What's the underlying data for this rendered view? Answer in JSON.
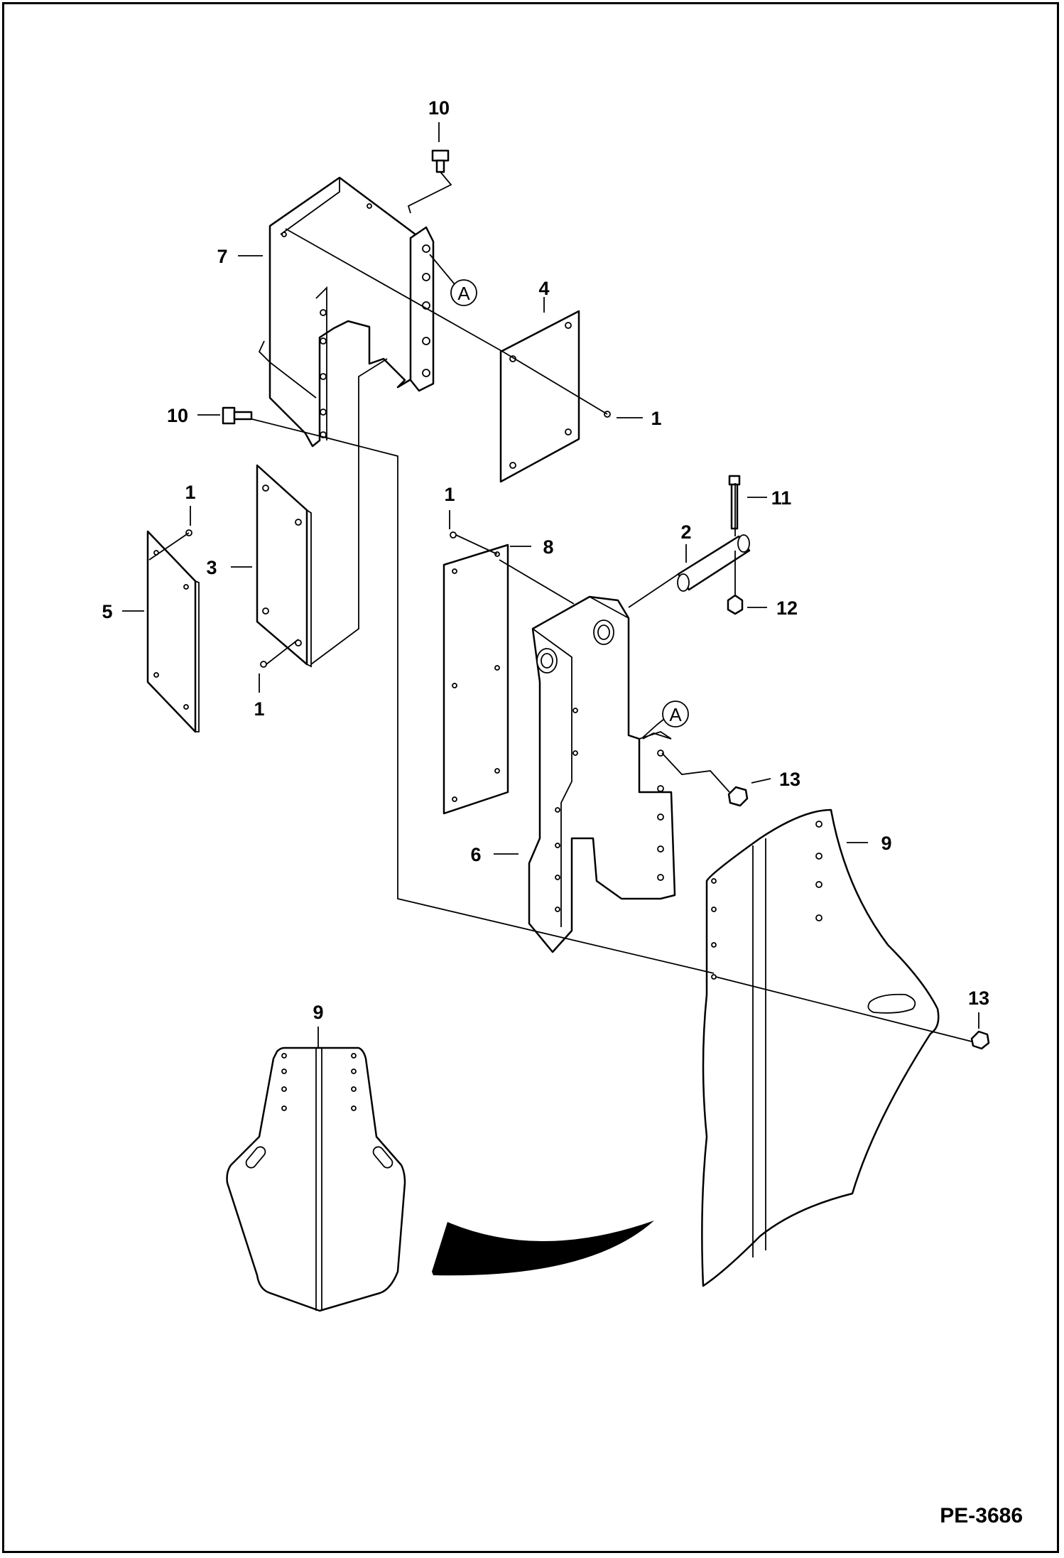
{
  "drawing_code": "PE-3686",
  "callouts": {
    "c1a": "1",
    "c1b": "1",
    "c1c": "1",
    "c1d": "1",
    "c2": "2",
    "c3": "3",
    "c4": "4",
    "c5": "5",
    "c6": "6",
    "c7": "7",
    "c8": "8",
    "c9a": "9",
    "c9b": "9",
    "c10a": "10",
    "c10b": "10",
    "c11": "11",
    "c12": "12",
    "c13a": "13",
    "c13b": "13"
  },
  "reference_marks": {
    "ra": "A",
    "rb": "A"
  }
}
